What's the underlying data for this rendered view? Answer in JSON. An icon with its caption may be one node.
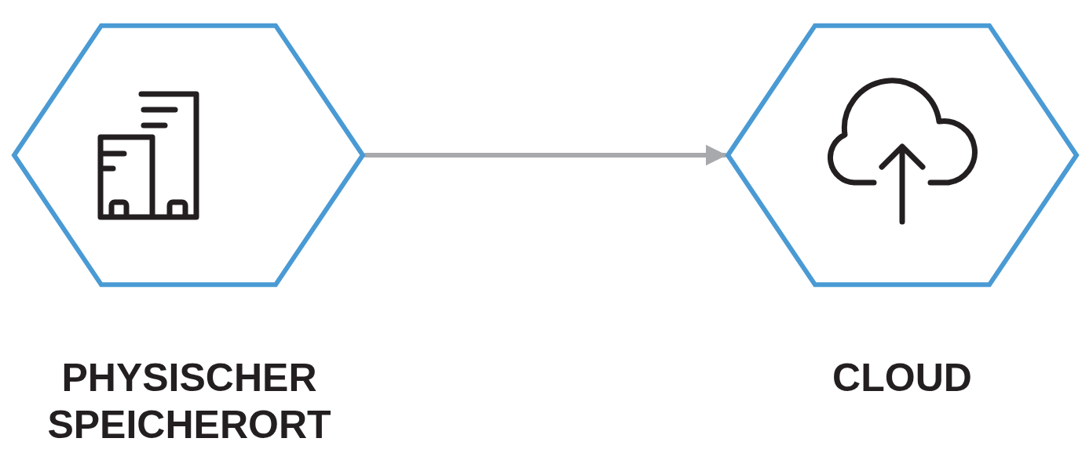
{
  "diagram": {
    "nodes": [
      {
        "text": [
          "PHYSISCHER SPEICHERORT"
        ]
      },
      {
        "text": [
          "CLOUD"
        ]
      }
    ],
    "edges": [
      {
        "from": 0,
        "to": 1,
        "arrow": "to"
      }
    ]
  }
}
